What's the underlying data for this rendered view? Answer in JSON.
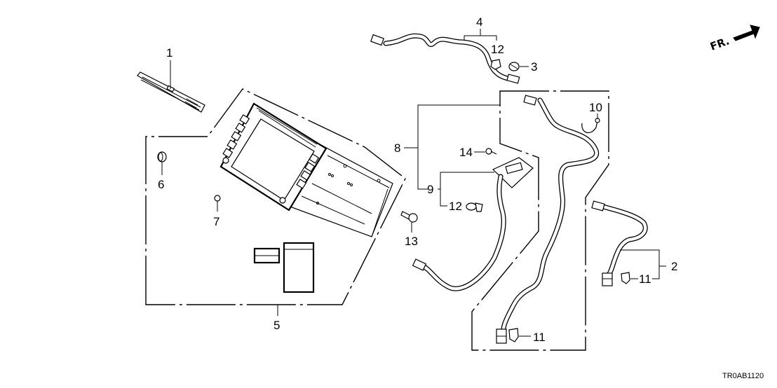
{
  "diagram": {
    "title_code": "TR0AB1120",
    "orientation": {
      "label": "FR.",
      "icon": "forward-arrow-icon"
    },
    "callouts": [
      {
        "number": "1",
        "part": "bezel-trim"
      },
      {
        "number": "2",
        "part": "antenna-feeder-cable-rear"
      },
      {
        "number": "3",
        "part": "clip"
      },
      {
        "number": "4",
        "part": "sub-harness"
      },
      {
        "number": "5",
        "part": "navigation-display-unit-assembly"
      },
      {
        "number": "6",
        "part": "bushing"
      },
      {
        "number": "7",
        "part": "grommet"
      },
      {
        "number": "8",
        "part": "antenna-feeder-cable-assembly"
      },
      {
        "number": "9",
        "part": "antenna-sub-assembly"
      },
      {
        "number": "10",
        "part": "wire-harness-clip"
      },
      {
        "number": "11",
        "part": "clip-a"
      },
      {
        "number": "11",
        "part": "clip-b"
      },
      {
        "number": "12",
        "part": "clip-c"
      },
      {
        "number": "12",
        "part": "clip-d"
      },
      {
        "number": "13",
        "part": "flange-bolt"
      },
      {
        "number": "14",
        "part": "tapping-screw"
      }
    ]
  }
}
